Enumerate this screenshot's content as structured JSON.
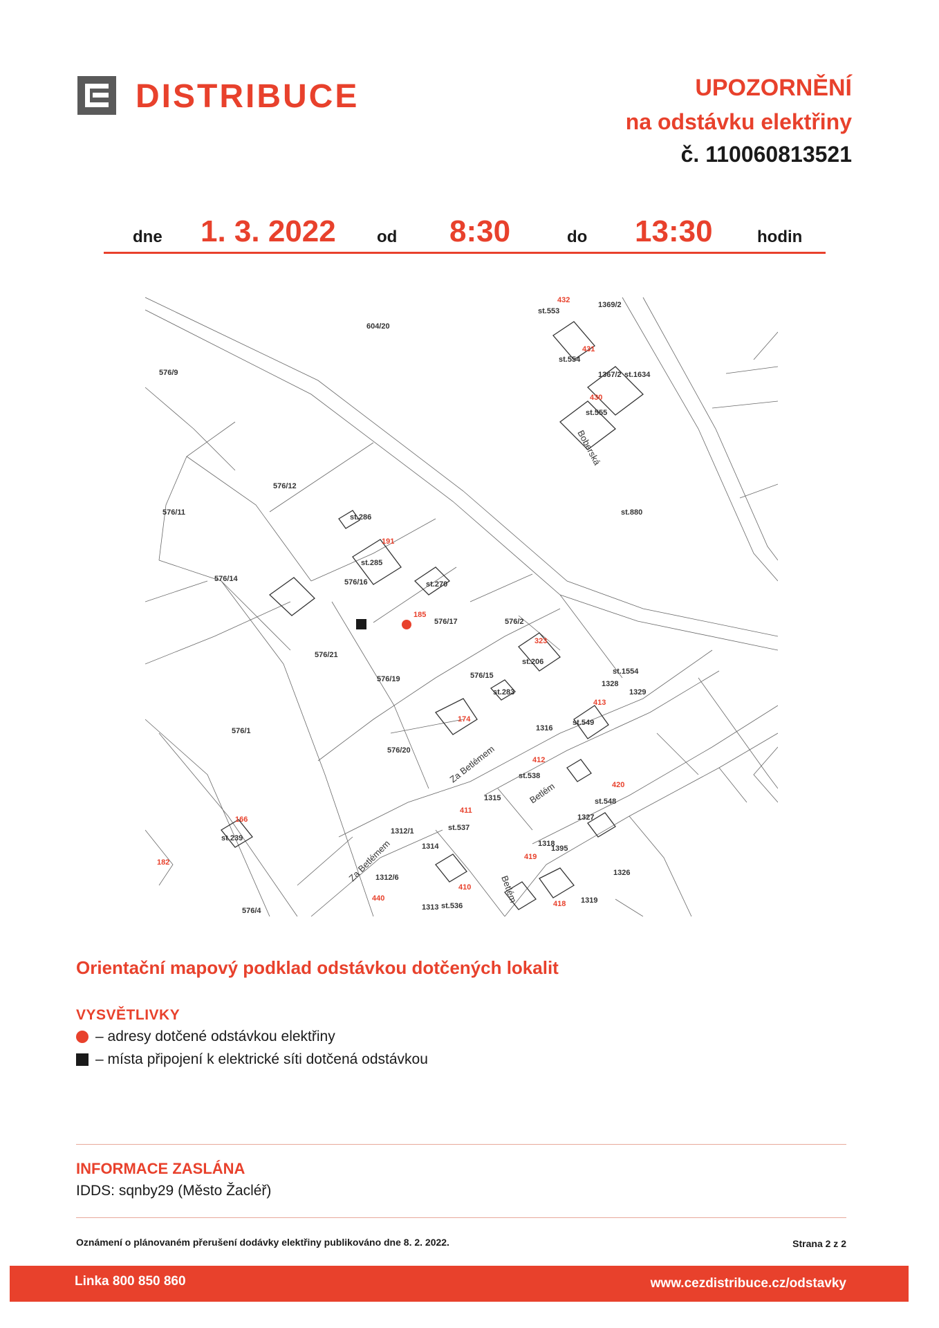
{
  "header": {
    "logo_text": "DISTRIBUCE",
    "notice_title": "UPOZORNĚNÍ",
    "notice_subtitle": "na odstávku elektřiny",
    "notice_number": "č. 110060813521"
  },
  "schedule": {
    "day_label": "dne",
    "date": "1. 3. 2022",
    "from_label": "od",
    "from_time": "8:30",
    "to_label": "do",
    "to_time": "13:30",
    "unit_label": "hodin"
  },
  "map": {
    "parcels": [
      "576/9",
      "604/20",
      "576/12",
      "576/11",
      "576/14",
      "576/16",
      "576/21",
      "576/17",
      "576/2",
      "576/19",
      "576/15",
      "576/20",
      "576/1",
      "576/4",
      "1369/2",
      "1367/2",
      "1328",
      "1329",
      "1316",
      "1315",
      "1327",
      "1326",
      "1319",
      "1312/1",
      "1312/6",
      "1314",
      "1313",
      "1318",
      "1395"
    ],
    "buildings": [
      "st.553",
      "st.554",
      "st.1634",
      "st.555",
      "st.880",
      "st.286",
      "st.285",
      "st.270",
      "st.206",
      "st.283",
      "st.1554",
      "st.549",
      "st.538",
      "st.548",
      "st.537",
      "st.239",
      "st.536"
    ],
    "house_numbers": [
      "432",
      "431",
      "430",
      "191",
      "185",
      "323",
      "413",
      "174",
      "412",
      "420",
      "411",
      "166",
      "182",
      "419",
      "410",
      "440",
      "418"
    ],
    "streets": [
      "Boberská",
      "Za Betlémem",
      "Za Betlémem",
      "Betlém",
      "Betlém"
    ]
  },
  "legend": {
    "caption": "Orientační mapový podklad odstávkou dotčených lokalit",
    "title": "VYSVĚTLIVKY",
    "address_item": "– adresy dotčené odstávkou elektřiny",
    "connection_item": "– místa připojení k elektrické síti dotčená odstávkou"
  },
  "info": {
    "title": "INFORMACE ZASLÁNA",
    "recipient": "IDDS: sqnby29 (Město Žacléř)"
  },
  "footnote": {
    "published": "Oznámení o plánovaném přerušení dodávky elektřiny publikováno dne 8. 2. 2022.",
    "page": "Strana 2 z 2"
  },
  "footer": {
    "phone": "Linka 800 850 860",
    "website": "www.cezdistribuce.cz/odstavky"
  },
  "colors": {
    "brand_red": "#e8412c",
    "logo_grey": "#5a5a5a"
  }
}
